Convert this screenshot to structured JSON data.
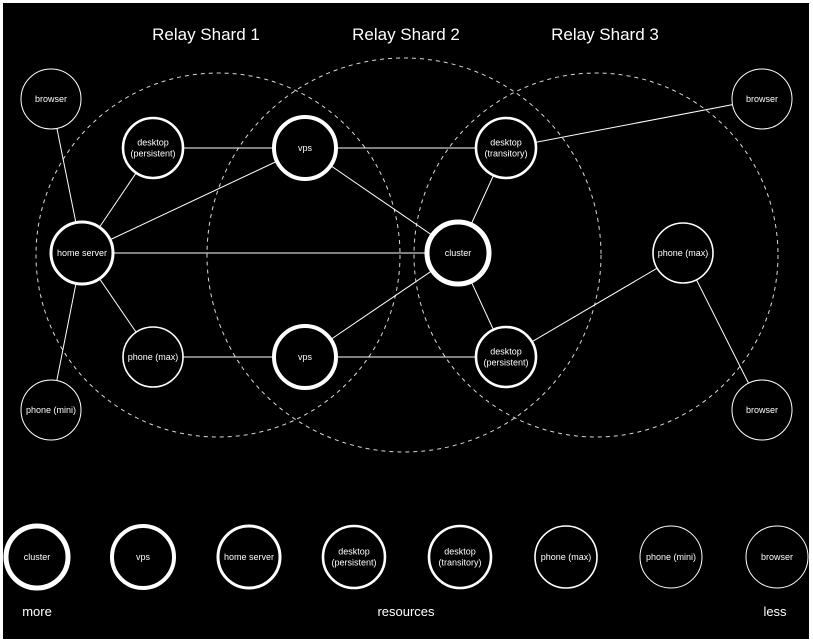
{
  "colors": {
    "background": "#000000",
    "foreground": "#ffffff"
  },
  "shards": [
    {
      "id": "s1",
      "title": "Relay Shard 1"
    },
    {
      "id": "s2",
      "title": "Relay Shard 2"
    },
    {
      "id": "s3",
      "title": "Relay Shard 3"
    }
  ],
  "nodes": [
    {
      "id": "browser-left-top",
      "lines": [
        "browser"
      ],
      "weight": "thin"
    },
    {
      "id": "desktop-persistent-1",
      "lines": [
        "desktop",
        "(persistent)"
      ],
      "weight": "medium"
    },
    {
      "id": "vps-top",
      "lines": [
        "vps"
      ],
      "weight": "heavy"
    },
    {
      "id": "desktop-transitory-3",
      "lines": [
        "desktop",
        "(transitory)"
      ],
      "weight": "medium"
    },
    {
      "id": "browser-right-top",
      "lines": [
        "browser"
      ],
      "weight": "thin"
    },
    {
      "id": "home-server",
      "lines": [
        "home server"
      ],
      "weight": "medium-heavy"
    },
    {
      "id": "cluster-center",
      "lines": [
        "cluster"
      ],
      "weight": "heaviest"
    },
    {
      "id": "phone-max-right",
      "lines": [
        "phone (max)"
      ],
      "weight": "thin-medium"
    },
    {
      "id": "phone-max-left",
      "lines": [
        "phone (max)"
      ],
      "weight": "thin-medium"
    },
    {
      "id": "vps-bottom",
      "lines": [
        "vps"
      ],
      "weight": "heavy"
    },
    {
      "id": "desktop-persistent-3",
      "lines": [
        "desktop",
        "(persistent)"
      ],
      "weight": "medium"
    },
    {
      "id": "phone-mini-left",
      "lines": [
        "phone (mini)"
      ],
      "weight": "thin"
    },
    {
      "id": "browser-right-bottom",
      "lines": [
        "browser"
      ],
      "weight": "thin"
    }
  ],
  "edges": [
    [
      "browser-left-top",
      "home-server"
    ],
    [
      "phone-mini-left",
      "home-server"
    ],
    [
      "desktop-persistent-1",
      "home-server"
    ],
    [
      "desktop-persistent-1",
      "vps-top"
    ],
    [
      "home-server",
      "vps-top"
    ],
    [
      "home-server",
      "cluster-center"
    ],
    [
      "home-server",
      "phone-max-left"
    ],
    [
      "phone-max-left",
      "vps-bottom"
    ],
    [
      "vps-top",
      "desktop-transitory-3"
    ],
    [
      "vps-top",
      "cluster-center"
    ],
    [
      "vps-bottom",
      "cluster-center"
    ],
    [
      "vps-bottom",
      "desktop-persistent-3"
    ],
    [
      "desktop-transitory-3",
      "cluster-center"
    ],
    [
      "desktop-transitory-3",
      "browser-right-top"
    ],
    [
      "cluster-center",
      "desktop-persistent-3"
    ],
    [
      "desktop-persistent-3",
      "phone-max-right"
    ],
    [
      "phone-max-right",
      "browser-right-bottom"
    ]
  ],
  "legend": {
    "items": [
      {
        "lines": [
          "cluster"
        ],
        "weight": "heaviest"
      },
      {
        "lines": [
          "vps"
        ],
        "weight": "heavy"
      },
      {
        "lines": [
          "home server"
        ],
        "weight": "medium-heavy"
      },
      {
        "lines": [
          "desktop",
          "(persistent)"
        ],
        "weight": "medium"
      },
      {
        "lines": [
          "desktop",
          "(transitory)"
        ],
        "weight": "medium"
      },
      {
        "lines": [
          "phone (max)"
        ],
        "weight": "thin-medium"
      },
      {
        "lines": [
          "phone (mini)"
        ],
        "weight": "thin"
      },
      {
        "lines": [
          "browser"
        ],
        "weight": "thin"
      }
    ],
    "axis": {
      "left": "more",
      "center": "resources",
      "right": "less"
    }
  }
}
